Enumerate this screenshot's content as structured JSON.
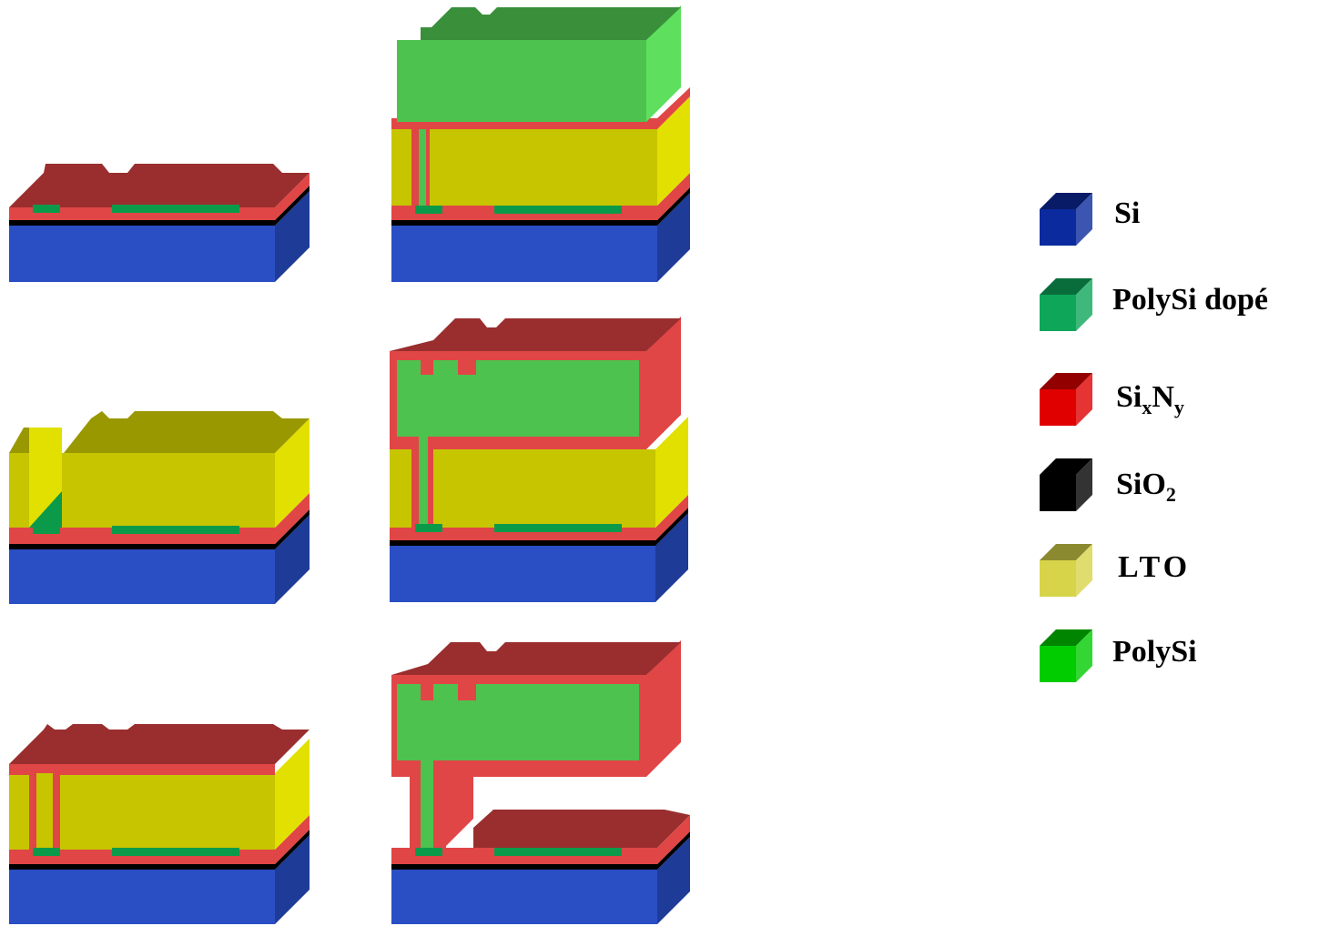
{
  "colors": {
    "si": "#2a4ec4",
    "si_side": "#1e3b98",
    "sio2": "#000000",
    "sixny_front": "#e04646",
    "sixny_top": "#9a2e2e",
    "lto_front": "#c7c500",
    "lto_top": "#9a9800",
    "lto_side": "#e2e000",
    "polysi_dope": "#0b9a4a",
    "polysi_front": "#4ec24e",
    "polysi_top": "#3a8f3a",
    "polysi_side": "#5ee05e"
  },
  "legend": [
    {
      "key": "si",
      "label": "Si",
      "icon": "blue-cube-icon",
      "icon_color": "#0a2a9e"
    },
    {
      "key": "polysi_dope",
      "label": "PolySi dopé",
      "icon": "green-cube-icon",
      "icon_color": "#0ea75a"
    },
    {
      "key": "sixny",
      "label": "Si",
      "sub1": "x",
      "label2": "N",
      "sub2": "y",
      "icon": "red-cube-icon",
      "icon_color": "#e00000"
    },
    {
      "key": "sio2",
      "label": "SiO",
      "sub1": "2",
      "icon": "black-cube-icon",
      "icon_color": "#000000"
    },
    {
      "key": "lto",
      "label": "LTO",
      "icon": "yellow-cube-icon",
      "icon_color": "#d8d44a"
    },
    {
      "key": "polysi",
      "label": "PolySi",
      "icon": "bright-green-cube-icon",
      "icon_color": "#00cc00"
    }
  ],
  "steps": [
    {
      "id": "step-1",
      "description_layers": [
        "Si",
        "SiO2",
        "SixNy",
        "PolySi dopé"
      ]
    },
    {
      "id": "step-2",
      "description_layers": [
        "Si",
        "SiO2",
        "SixNy",
        "PolySi dopé",
        "LTO"
      ]
    },
    {
      "id": "step-3",
      "description_layers": [
        "Si",
        "SiO2",
        "SixNy",
        "PolySi dopé",
        "LTO"
      ]
    },
    {
      "id": "step-4",
      "description_layers": [
        "Si",
        "SiO2",
        "SixNy",
        "PolySi dopé",
        "LTO",
        "PolySi"
      ]
    },
    {
      "id": "step-5",
      "description_layers": [
        "Si",
        "SiO2",
        "SixNy",
        "PolySi dopé",
        "LTO",
        "PolySi"
      ]
    },
    {
      "id": "step-6",
      "description_layers": [
        "Si",
        "SiO2",
        "SixNy",
        "PolySi dopé",
        "PolySi"
      ]
    }
  ]
}
